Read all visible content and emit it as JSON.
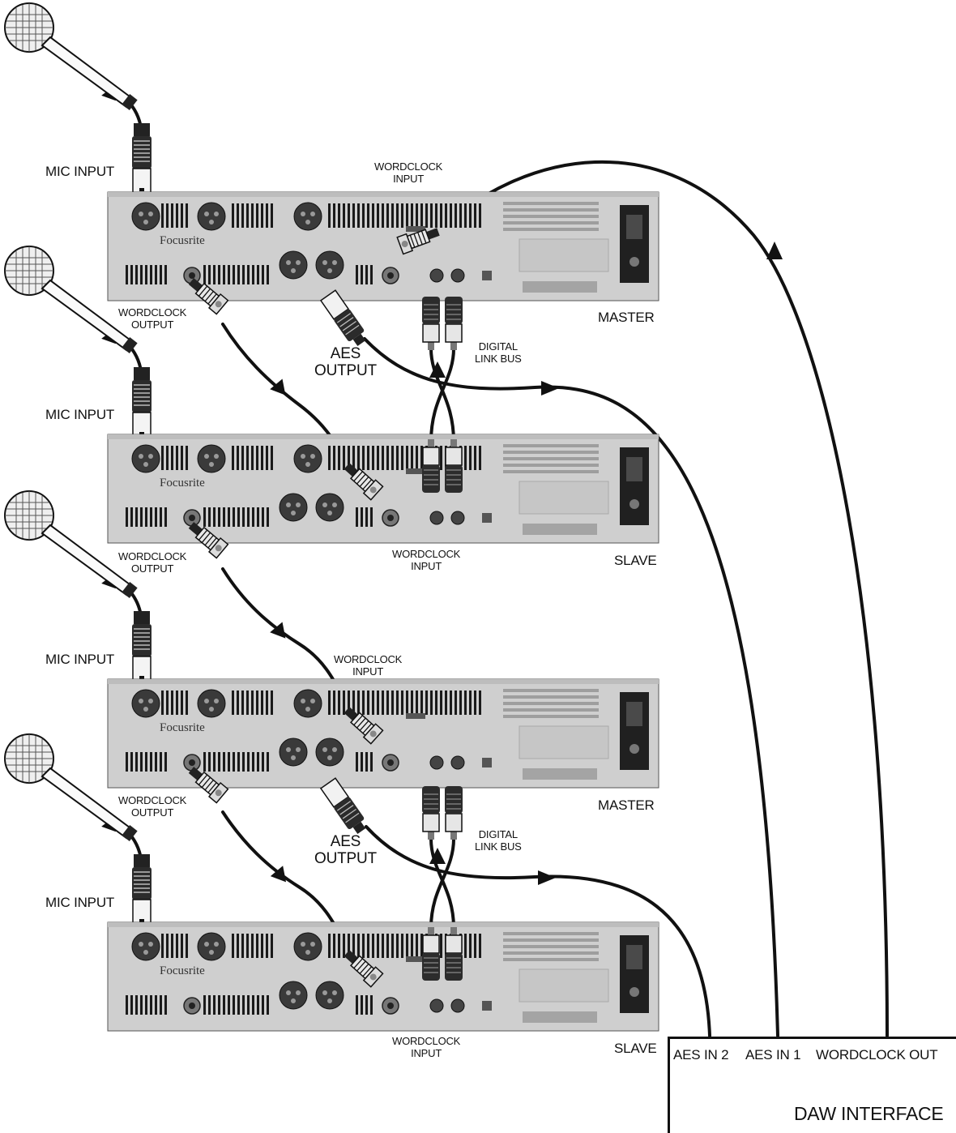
{
  "units": [
    {
      "role": "MASTER"
    },
    {
      "role": "SLAVE"
    },
    {
      "role": "MASTER"
    },
    {
      "role": "SLAVE"
    }
  ],
  "brand": "Focusrite",
  "labels": {
    "mic_input": "MIC INPUT",
    "wordclock_output_1": "WORDCLOCK",
    "wordclock_output_2": "OUTPUT",
    "wordclock_input_1": "WORDCLOCK",
    "wordclock_input_2": "INPUT",
    "aes_output_1": "AES",
    "aes_output_2": "OUTPUT",
    "digital_link_bus_1": "DIGITAL",
    "digital_link_bus_2": "LINK BUS"
  },
  "daw": {
    "title": "DAW INTERFACE",
    "ports": [
      "AES IN 2",
      "AES IN 1",
      "WORDCLOCK OUT"
    ]
  },
  "colors": {
    "cable": "#111111",
    "panel": "#d0d0d0",
    "panel_dark": "#3a3a3a"
  }
}
